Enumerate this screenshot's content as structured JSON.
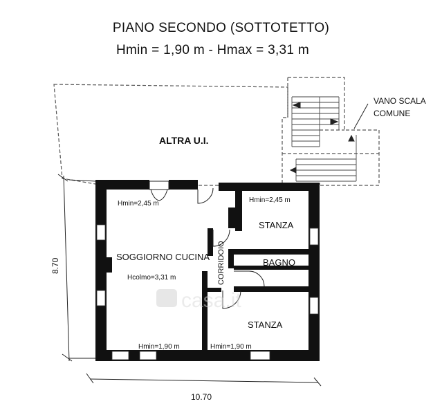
{
  "header": {
    "title": "PIANO SECONDO (SOTTOTETTO)",
    "heights": "Hmin = 1,90 m - Hmax = 3,31 m"
  },
  "labels": {
    "altra": "ALTRA U.I.",
    "vano_line1": "VANO SCALA",
    "vano_line2": "COMUNE",
    "soggiorno": "SOGGIORNO  CUCINA",
    "hcolmo": "Hcolmo=3,31 m",
    "hmin_soggiorno": "Hmin=2,45 m",
    "hmin_stanza_top": "Hmin=2,45 m",
    "stanza_top": "STANZA",
    "bagno": "BAGNO",
    "corridoio": "CORRIDOIO",
    "stanza_bottom": "STANZA",
    "hmin_bottom_left": "Hmin=1,90 m",
    "hmin_bottom_right": "Hmin=1,90 m"
  },
  "dimensions": {
    "height": "8.70",
    "width": "10.70"
  },
  "watermark": {
    "text": "casa.it"
  },
  "colors": {
    "wall": "#111111",
    "dashed": "#555555",
    "watermark": "#d8d8d8"
  }
}
